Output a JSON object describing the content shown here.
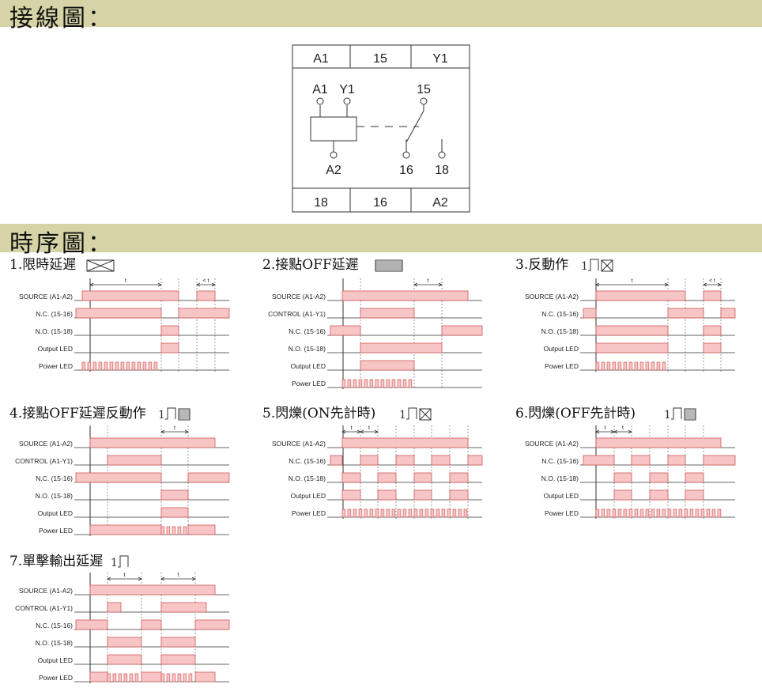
{
  "headers": {
    "wiring": "接線圖：",
    "timing": "時序圖："
  },
  "wiring": {
    "top": [
      "A1",
      "15",
      "Y1"
    ],
    "bottom": [
      "18",
      "16",
      "A2"
    ],
    "terminals": [
      "A1",
      "Y1",
      "15",
      "A2",
      "16",
      "18"
    ]
  },
  "diagrams": [
    {
      "title": "1.限時延遲",
      "icon": "cross-box-icon",
      "signals": [
        "SOURCE (A1-A2)",
        "N.C. (15-16)",
        "N.O. (15-18)",
        "Output LED",
        "Power LED"
      ],
      "t_labels": [
        "t",
        "< t"
      ]
    },
    {
      "title": "2.接點OFF延遲",
      "icon": "hatch-box-icon",
      "signals": [
        "SOURCE (A1-A2)",
        "CONTROL (A1-Y1)",
        "N.C. (15-16)",
        "N.O. (15-18)",
        "Output LED",
        "Power LED"
      ],
      "t_labels": [
        "t"
      ]
    },
    {
      "title": "3.反動作",
      "icon": "pulse-cross-icon",
      "signals": [
        "SOURCE (A1-A2)",
        "N.C. (15-16)",
        "N.O. (15-18)",
        "Output LED",
        "Power LED"
      ],
      "t_labels": [
        "t",
        "< t"
      ]
    },
    {
      "title": "4.接點OFF延遲反動作",
      "icon": "pulse-hatch-icon",
      "signals": [
        "SOURCE (A1-A2)",
        "CONTROL (A1-Y1)",
        "N.C. (15-16)",
        "N.O. (15-18)",
        "Output LED",
        "Power LED"
      ],
      "t_labels": [
        "t"
      ]
    },
    {
      "title": "5.閃爍(ON先計時)",
      "icon": "pulse-cross-icon",
      "signals": [
        "SOURCE (A1-A2)",
        "N.C. (15-16)",
        "N.O. (15-18)",
        "Output LED",
        "Power LED"
      ],
      "t_labels": [
        "t",
        "t"
      ]
    },
    {
      "title": "6.閃爍(OFF先計時)",
      "icon": "pulse-hatch-icon",
      "signals": [
        "SOURCE (A1-A2)",
        "N.C. (15-16)",
        "N.O. (15-18)",
        "Output LED",
        "Power LED"
      ],
      "t_labels": [
        "t",
        "t"
      ]
    },
    {
      "title": "7.單擊輸出延遲",
      "icon": "pulse-icon",
      "signals": [
        "SOURCE (A1-A2)",
        "CONTROL (A1-Y1)",
        "N.C. (15-16)",
        "N.O. (15-18)",
        "Output LED",
        "Power LED"
      ],
      "t_labels": [
        "t",
        "t"
      ]
    }
  ],
  "colors": {
    "band": "#d6d4a6",
    "signal_fill": "#f7c5c5",
    "signal_stroke": "#d05a5a"
  }
}
